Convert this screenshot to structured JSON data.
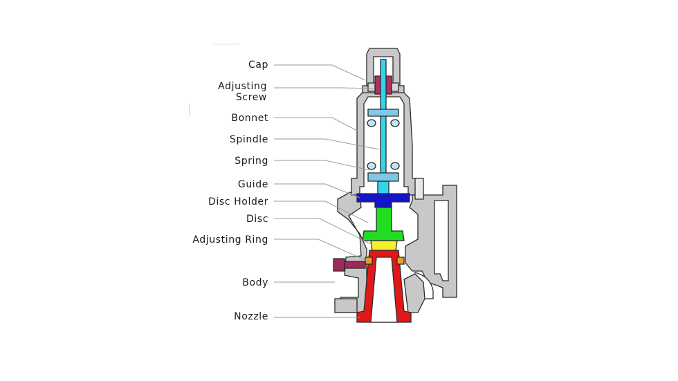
{
  "labels": {
    "cap": "Cap",
    "adjusting_screw_1": "Adjusting",
    "adjusting_screw_2": "Screw",
    "bonnet": "Bonnet",
    "spindle": "Spindle",
    "spring": "Spring",
    "guide": "Guide",
    "disc_holder": "Disc Holder",
    "disc": "Disc",
    "adjusting_ring": "Adjusting Ring",
    "body": "Body",
    "nozzle": "Nozzle"
  },
  "colors": {
    "body_gray": "#c8c8c8",
    "spindle_cyan": "#35d4e8",
    "spring_blue": "#7ec8e8",
    "guide_blue": "#1414c8",
    "disc_holder_green": "#22dd22",
    "disc_yellow": "#f5f030",
    "nozzle_red": "#e01818",
    "adjusting_screw_purple": "#b0306a",
    "adjusting_ring_maroon": "#a0285a"
  }
}
